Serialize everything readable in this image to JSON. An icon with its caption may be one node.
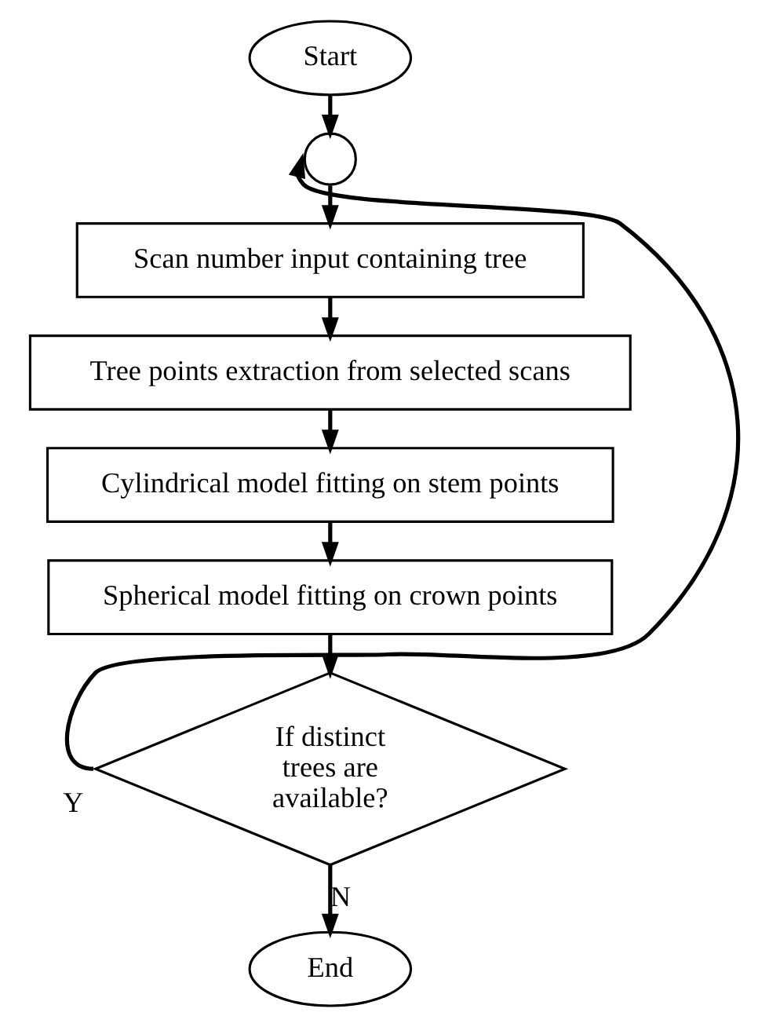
{
  "diagram": {
    "nodes": [
      {
        "text": [
          "Start"
        ]
      },
      {
        "text": [],
        "shape": "circle"
      },
      {
        "text": [
          "Scan number input containing tree"
        ]
      },
      {
        "text": [
          "Tree points extraction from selected scans"
        ]
      },
      {
        "text": [
          "Cylindrical model fitting on stem points"
        ]
      },
      {
        "text": [
          "Spherical model fitting on crown points"
        ]
      },
      {
        "text": [
          "If distinct trees are available?"
        ]
      },
      {
        "text": [
          "End"
        ]
      }
    ],
    "edges": [
      {
        "from": 0,
        "to": 1,
        "arrow": "to"
      },
      {
        "from": 1,
        "to": 2,
        "arrow": "to"
      },
      {
        "from": 2,
        "to": 3,
        "arrow": "to"
      },
      {
        "from": 3,
        "to": 4,
        "arrow": "to"
      },
      {
        "from": 4,
        "to": 5,
        "arrow": "to"
      },
      {
        "from": 5,
        "to": 6,
        "arrow": "to"
      },
      {
        "from": 6,
        "to": 1,
        "arrow": "to",
        "label": "Y"
      },
      {
        "from": 6,
        "to": 7,
        "arrow": "to",
        "label": "N"
      }
    ]
  }
}
